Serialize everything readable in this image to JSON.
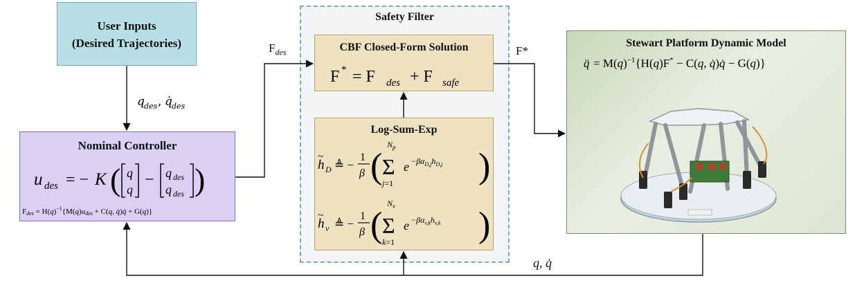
{
  "user_inputs": {
    "line1": "User Inputs",
    "line2": "(Desired Trajectories)"
  },
  "nominal_controller": {
    "title": "Nominal Controller"
  },
  "safety_filter": {
    "title": "Safety Filter"
  },
  "cbf": {
    "title": "CBF Closed-Form Solution"
  },
  "lse": {
    "title": "Log-Sum-Exp"
  },
  "stewart": {
    "title": "Stewart Platform Dynamic Model"
  },
  "signals": {
    "f_des": "F",
    "f_des_sub": "des",
    "f_star": "F*",
    "feedback": "q, q̇"
  },
  "colors": {
    "user_fill": "#b9dfe6",
    "nominal_fill": "#d9d0f4",
    "cbf_fill": "#efe2c0",
    "filter_border": "#7fa9b8"
  }
}
